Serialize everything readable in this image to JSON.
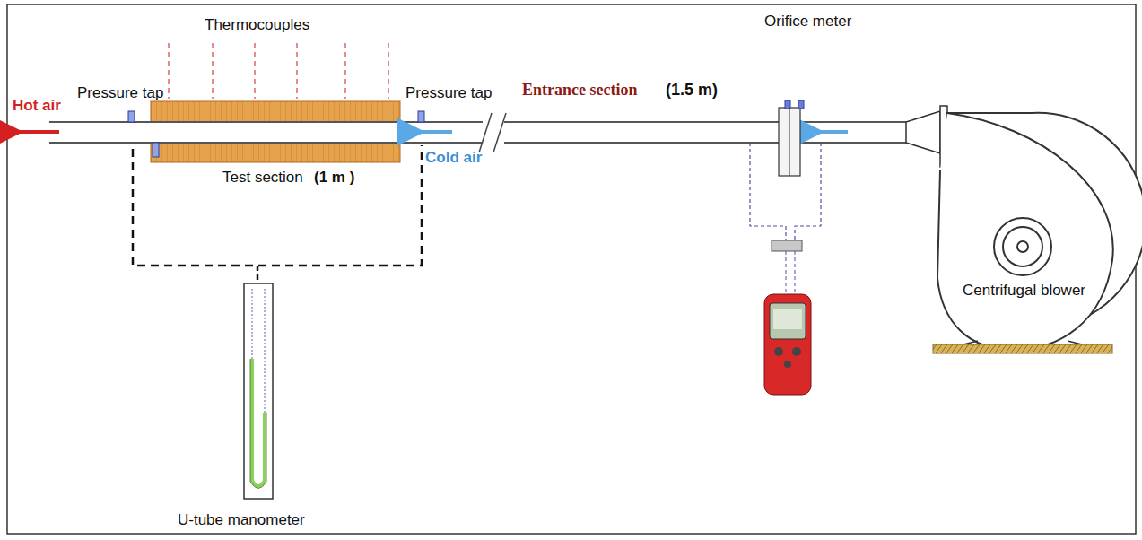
{
  "diagram": {
    "labels": [
      "Thermocouples",
      "Pressure tap",
      "Pressure tap",
      "Hot air",
      "Cold air",
      "Entrance section",
      "(1.5 m)",
      "Test section",
      "(1 m )",
      "Orifice meter",
      "Centrifugal blower",
      "U-tube manometer"
    ]
  }
}
